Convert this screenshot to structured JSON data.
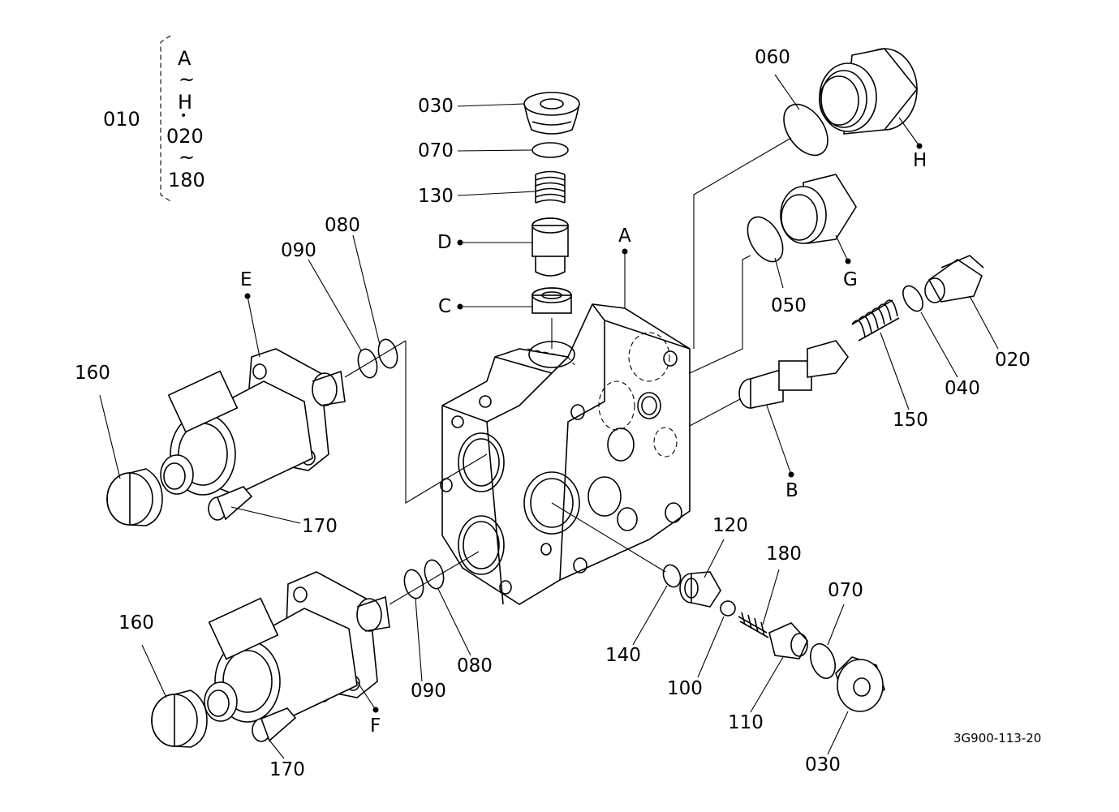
{
  "legend": {
    "main_part": "010",
    "range_start": "A",
    "tilde1": "~",
    "range_end": "H",
    "dot_sep": "•",
    "sub_start": "020",
    "tilde2": "~",
    "sub_end": "180"
  },
  "callouts": {
    "p030_top": "030",
    "p070_top": "070",
    "p130": "130",
    "pD": "D",
    "pC": "C",
    "pA": "A",
    "p060": "060",
    "pH": "H",
    "p050": "050",
    "pG": "G",
    "p020": "020",
    "p040": "040",
    "p150": "150",
    "pB": "B",
    "p080_top": "080",
    "p090_top": "090",
    "pE": "E",
    "p160_top": "160",
    "p170_top": "170",
    "p120": "120",
    "p180": "180",
    "p070_bot": "070",
    "p140": "140",
    "p100": "100",
    "p110": "110",
    "p030_bot": "030",
    "p080_bot": "080",
    "p090_bot": "090",
    "p160_bot": "160",
    "pF": "F",
    "p170_bot": "170"
  },
  "drawing_code": "3G900-113-20"
}
